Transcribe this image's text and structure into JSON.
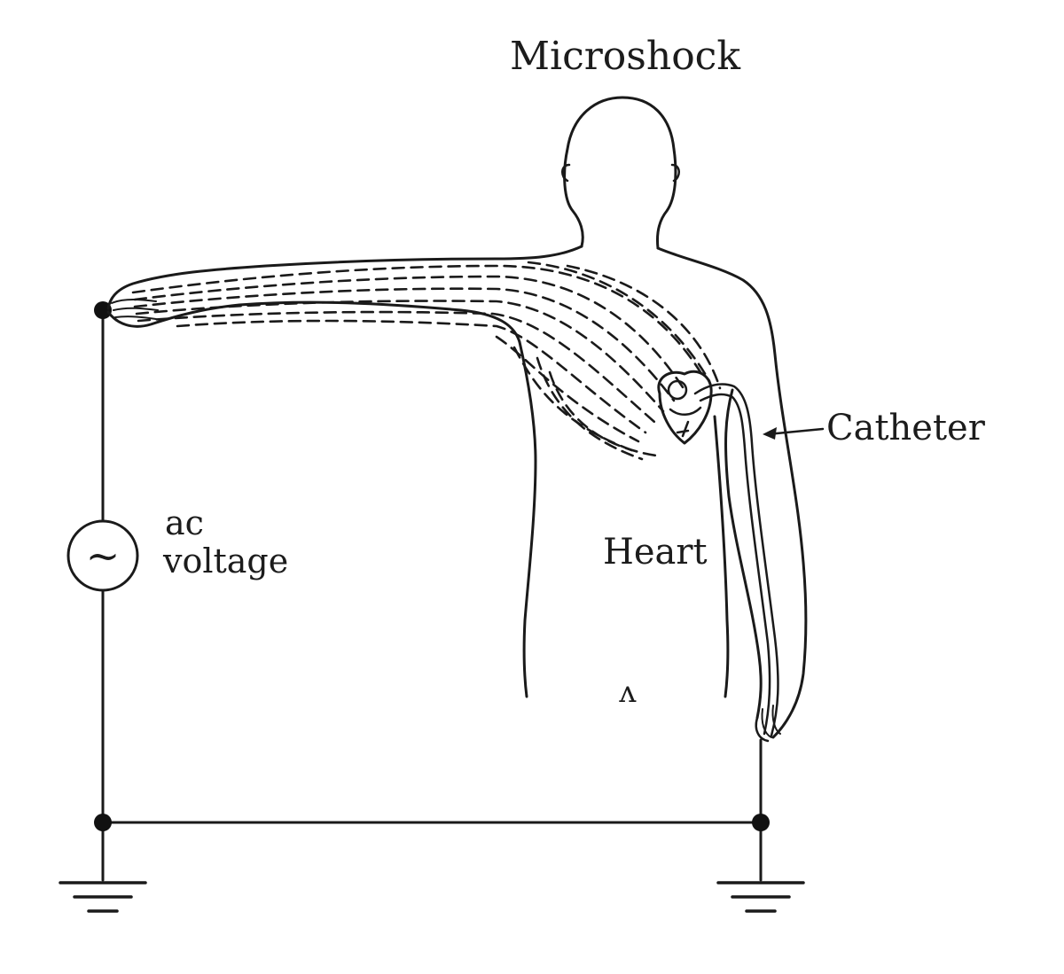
{
  "diagram": {
    "title": "Microshock",
    "labels": {
      "catheter": "Catheter",
      "heart": "Heart",
      "ac": "ac",
      "voltage": "voltage"
    },
    "source_symbol": "~",
    "navel_mark": "ʌ",
    "ink_color": "#1a1a1a"
  }
}
